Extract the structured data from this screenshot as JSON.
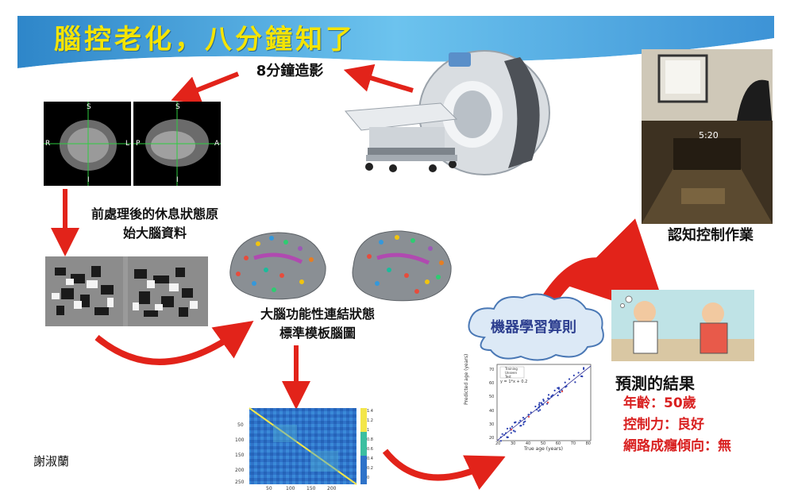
{
  "title": "腦控老化，八分鐘知了",
  "scan_label": "8分鐘造影",
  "task_label": "認知控制作業",
  "preprocessed_label": [
    "前處理後的休息狀態原",
    "始大腦資料"
  ],
  "atlas_label": [
    "大腦功能性連結狀態",
    "標準模板腦圖"
  ],
  "ml_label": "機器學習算則",
  "results": {
    "heading": "預測的結果",
    "lines": [
      "年齡：50歲",
      "控制力：良好",
      "網路成癮傾向：無"
    ]
  },
  "author": "謝淑蘭",
  "mri_slices": {
    "orient_left": [
      "S",
      "R",
      "L",
      "I"
    ],
    "orient_right": [
      "S",
      "P",
      "A",
      "I"
    ]
  },
  "task_screen": {
    "timer": "5:20"
  },
  "matrix": {
    "y_ticks": [
      "50",
      "100",
      "150",
      "200",
      "250"
    ],
    "x_ticks": [
      "50",
      "100",
      "150",
      "200"
    ],
    "colorbar_ticks": [
      "1.4",
      "1.2",
      "1",
      "0.8",
      "0.6",
      "0.4",
      "0.2",
      "0"
    ]
  },
  "scatter": {
    "legend": [
      "Training",
      "Unseen",
      "Test"
    ],
    "equation": "y = 1*x + 0.2",
    "xlabel": "True age (years)",
    "ylabel": "Predicted age (years)",
    "x_ticks": [
      "20",
      "30",
      "40",
      "50",
      "60",
      "70",
      "80"
    ],
    "y_ticks": [
      "20",
      "30",
      "40",
      "50",
      "60",
      "70"
    ]
  },
  "colors": {
    "banner": "#5fb2e3",
    "title": "#f5e400",
    "arrow": "#e2231a",
    "result_text": "#d92020",
    "cloud_text": "#2c3e8f"
  }
}
